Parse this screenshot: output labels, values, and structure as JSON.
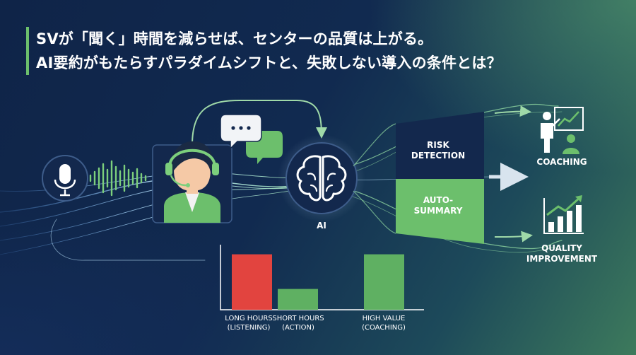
{
  "headline": {
    "line1": "SVが「聞く」時間を減らせば、センターの品質は上がる。",
    "line2": "AI要約がもたらすパラダイムシフトと、失敗しない導入の条件とは？"
  },
  "ai_label": "AI",
  "outputs": {
    "risk_detection": "RISK\nDETECTION",
    "auto_summary": "AUTO-\nSUMMARY"
  },
  "results": {
    "coaching": "COACHING",
    "quality_improvement": "QUALITY\nIMPROVEMENT"
  },
  "colors": {
    "accent_green": "#6cbf6c",
    "bar_red": "#e2443f",
    "bar_green": "#5fb062",
    "navy": "#13284d"
  },
  "chart_data": {
    "type": "bar",
    "categories": [
      "LONG HOURS\n(LISTENING)",
      "SHORT HOURS\n(ACTION)",
      "HIGH VALUE\n(COACHING)"
    ],
    "values": [
      80,
      30,
      80
    ],
    "colors": [
      "#e2443f",
      "#5fb062",
      "#5fb062"
    ],
    "ylim": [
      0,
      100
    ],
    "xlabel": "",
    "ylabel": ""
  }
}
